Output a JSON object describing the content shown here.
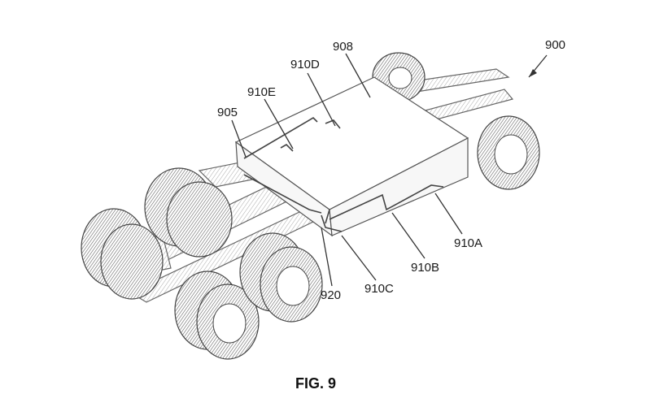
{
  "figure": {
    "caption": "FIG. 9",
    "labels": {
      "r900": "900",
      "r905": "905",
      "r908": "908",
      "r910A": "910A",
      "r910B": "910B",
      "r910C": "910C",
      "r910D": "910D",
      "r910E": "910E",
      "r920": "920"
    }
  }
}
